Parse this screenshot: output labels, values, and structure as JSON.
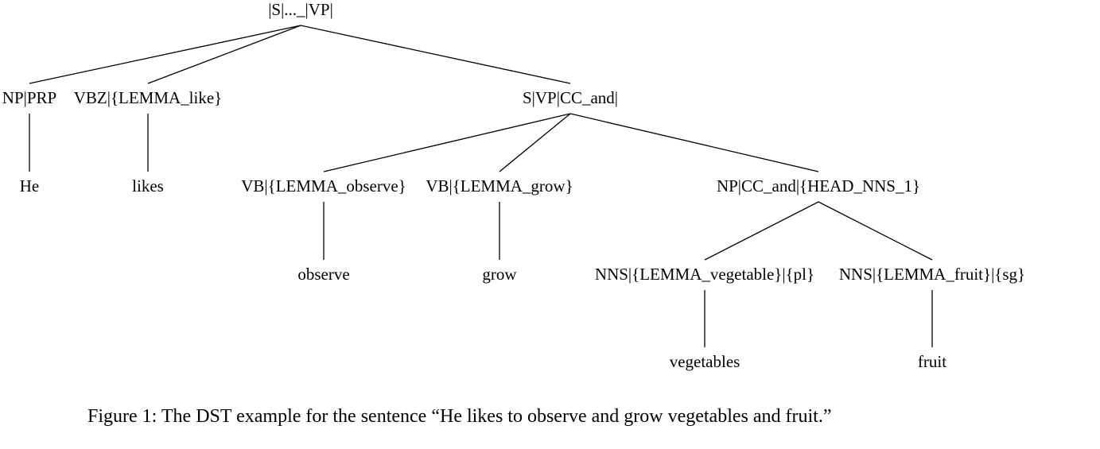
{
  "tree": {
    "nodes": {
      "root": "|S|..._|VP|",
      "np_prp": "NP|PRP",
      "vbz_like": "VBZ|{LEMMA_like}",
      "s_vp_cc_and": "S|VP|CC_and|",
      "he": "He",
      "likes": "likes",
      "vb_observe": "VB|{LEMMA_observe}",
      "vb_grow": "VB|{LEMMA_grow}",
      "np_cc_and_head": "NP|CC_and|{HEAD_NNS_1}",
      "observe": "observe",
      "grow": "grow",
      "nns_vegetable": "NNS|{LEMMA_vegetable}|{pl}",
      "nns_fruit": "NNS|{LEMMA_fruit}|{sg}",
      "vegetables": "vegetables",
      "fruit": "fruit"
    },
    "edges": [
      [
        "root",
        "np_prp"
      ],
      [
        "root",
        "vbz_like"
      ],
      [
        "root",
        "s_vp_cc_and"
      ],
      [
        "np_prp",
        "he"
      ],
      [
        "vbz_like",
        "likes"
      ],
      [
        "s_vp_cc_and",
        "vb_observe"
      ],
      [
        "s_vp_cc_and",
        "vb_grow"
      ],
      [
        "s_vp_cc_and",
        "np_cc_and_head"
      ],
      [
        "vb_observe",
        "observe"
      ],
      [
        "vb_grow",
        "grow"
      ],
      [
        "np_cc_and_head",
        "nns_vegetable"
      ],
      [
        "np_cc_and_head",
        "nns_fruit"
      ],
      [
        "nns_vegetable",
        "vegetables"
      ],
      [
        "nns_fruit",
        "fruit"
      ]
    ]
  },
  "caption": "Figure 1: The DST example for the sentence “He likes to observe and grow vegetables and fruit.”"
}
